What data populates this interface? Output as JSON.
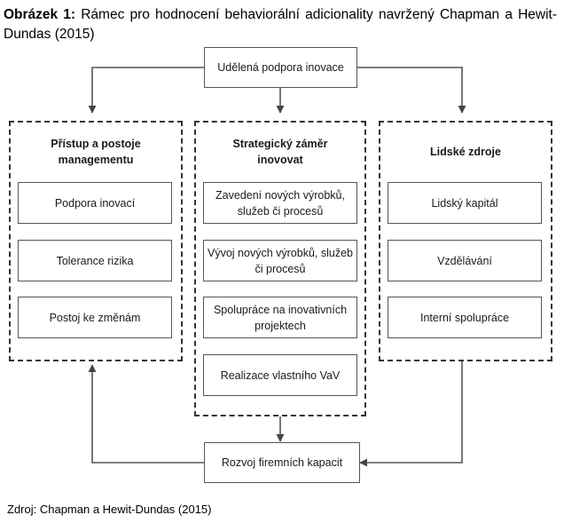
{
  "caption": {
    "label": "Obrázek 1:",
    "text": "Rámec pro hodnocení behaviorální adicionality navržený Chapman a Hewit-Dundas (2015)"
  },
  "top_box": "Udělená podpora inovace",
  "bottom_box": "Rozvoj firemních kapacit",
  "groups": [
    {
      "title": "Přístup a postoje managementu",
      "items": [
        "Podpora inovací",
        "Tolerance rizika",
        "Postoj ke změnám"
      ]
    },
    {
      "title": "Strategický záměr inovovat",
      "items": [
        "Zavedení nových výrobků, služeb či procesů",
        "Vývoj nových výrobků, služeb či procesů",
        "Spolupráce na inovativních projektech",
        "Realizace vlastního VaV"
      ]
    },
    {
      "title": "Lidské zdroje",
      "items": [
        "Lidský kapitál",
        "Vzdělávání",
        "Interní spolupráce"
      ]
    }
  ],
  "source": "Zdroj: Chapman a Hewit-Dundas (2015)"
}
